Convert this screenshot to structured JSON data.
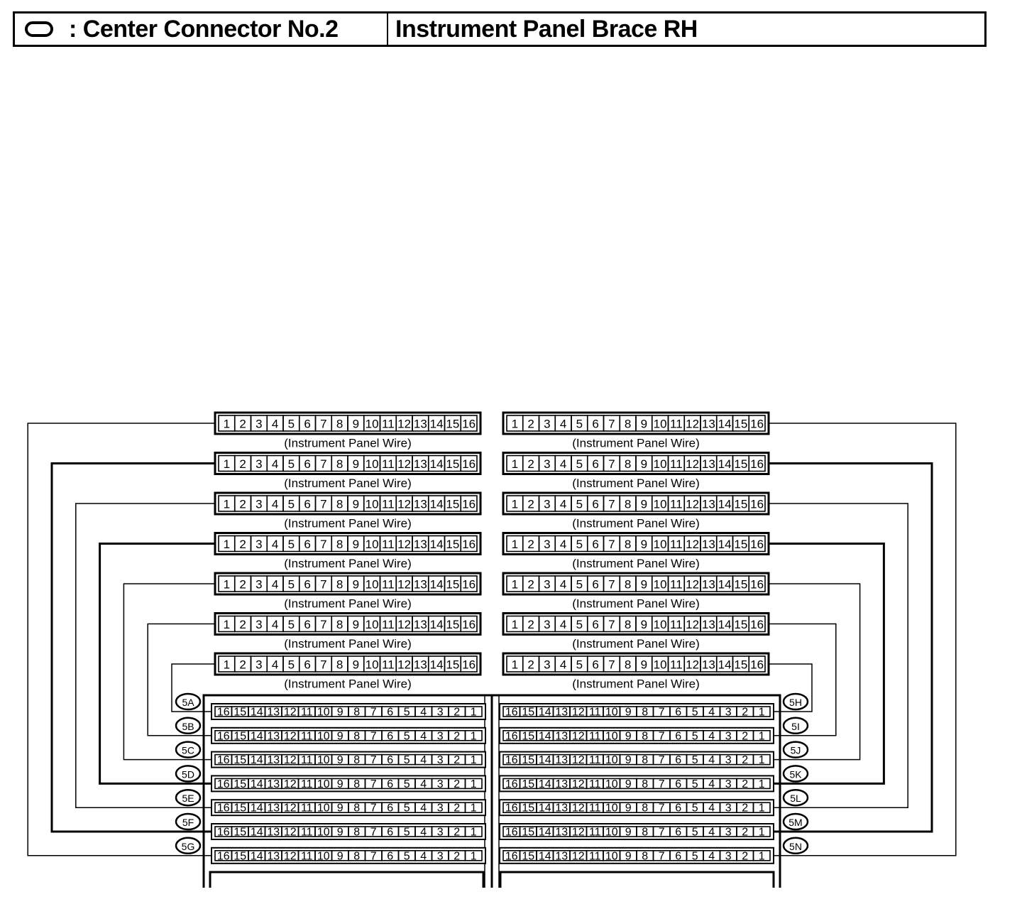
{
  "header": {
    "symbol_icon": "oval-symbol-icon",
    "connector_label": ": Center Connector No.2",
    "location_label": "Instrument Panel Brace RH"
  },
  "wire_label": "(Instrument Panel Wire)",
  "pins_ascending": [
    "1",
    "2",
    "3",
    "4",
    "5",
    "6",
    "7",
    "8",
    "9",
    "10",
    "11",
    "12",
    "13",
    "14",
    "15",
    "16"
  ],
  "pins_descending": [
    "16",
    "15",
    "14",
    "13",
    "12",
    "11",
    "10",
    "9",
    "8",
    "7",
    "6",
    "5",
    "4",
    "3",
    "2",
    "1"
  ],
  "left_junction_codes": [
    "5A",
    "5B",
    "5C",
    "5D",
    "5E",
    "5F",
    "5G"
  ],
  "right_junction_codes": [
    "5H",
    "5I",
    "5J",
    "5K",
    "5L",
    "5M",
    "5N"
  ],
  "bold_wire_rows": [
    1,
    3
  ]
}
